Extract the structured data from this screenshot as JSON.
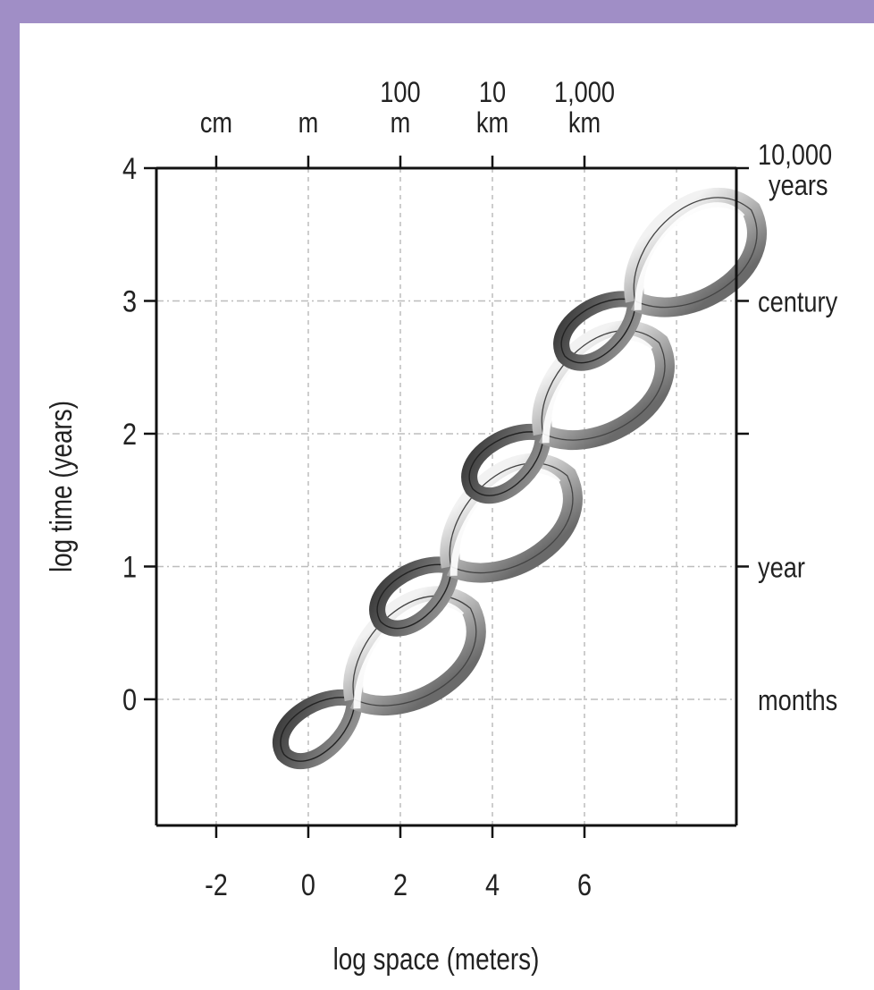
{
  "chart_data": {
    "type": "scatter",
    "title": "",
    "xlabel": "log space (meters)",
    "ylabel": "log time (years)",
    "x_ticks": [
      -2,
      0,
      2,
      4,
      6
    ],
    "y_ticks": [
      0,
      1,
      2,
      3,
      4
    ],
    "xlim": [
      -3.3,
      9.3
    ],
    "ylim": [
      -0.95,
      4
    ],
    "grid": true,
    "top_axis": [
      {
        "x": -2,
        "label": [
          "cm"
        ]
      },
      {
        "x": 0,
        "label": [
          "m"
        ]
      },
      {
        "x": 2,
        "label": [
          "100",
          "m"
        ]
      },
      {
        "x": 4,
        "label": [
          "10",
          "km"
        ]
      },
      {
        "x": 6,
        "label": [
          "1,000",
          "km"
        ]
      }
    ],
    "right_axis": [
      {
        "y": 4,
        "label": [
          "10,000",
          "years"
        ]
      },
      {
        "y": 3,
        "label": [
          "century"
        ]
      },
      {
        "y": 2,
        "label": []
      },
      {
        "y": 1,
        "label": [
          "year"
        ]
      },
      {
        "y": 0,
        "label": [
          "months"
        ]
      }
    ],
    "series": [
      {
        "values": [
          {
            "x": 1.0,
            "y": 0.0
          },
          {
            "x": 3.1,
            "y": 1.0
          },
          {
            "x": 5.1,
            "y": 2.0
          },
          {
            "x": 7.1,
            "y": 3.0
          }
        ]
      }
    ],
    "marker": "infinity-ribbon",
    "colors": {
      "background": "#a08ec6",
      "axis": "#111111",
      "grid": "#bdbdbd",
      "ribbon_dark": "#555555",
      "ribbon_light": "#f4f4f4"
    }
  }
}
